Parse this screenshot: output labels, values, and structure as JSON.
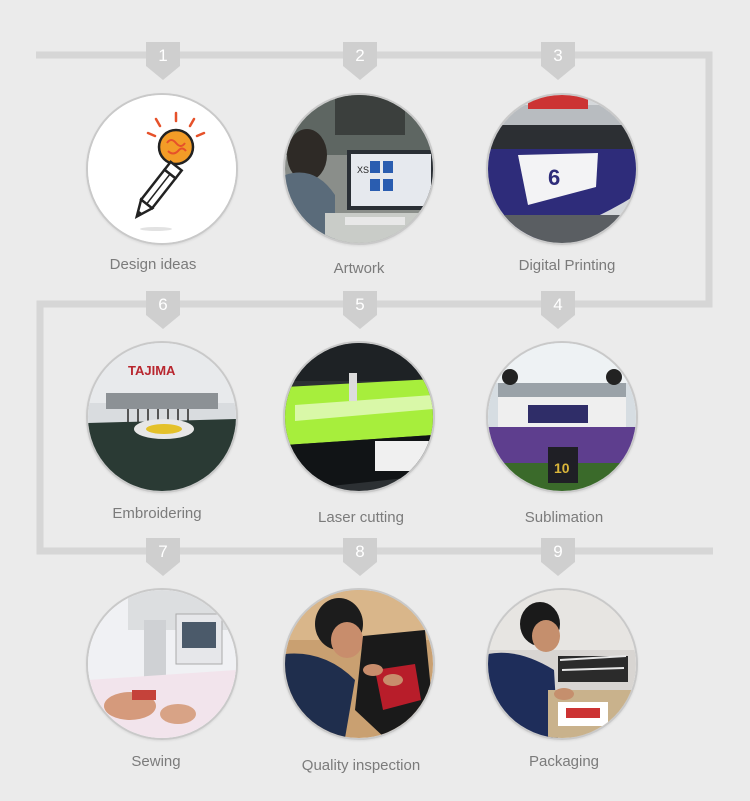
{
  "colors": {
    "background": "#ebebeb",
    "connector": "#d6d6d6",
    "badge": "#cfcfcf",
    "label_text": "#7b7b7b",
    "circle_border": "#c9c9c9"
  },
  "steps": [
    {
      "number": "1",
      "label": "Design ideas",
      "icon": "lightbulb-pencil-icon"
    },
    {
      "number": "2",
      "label": "Artwork",
      "icon": "computer-artwork-photo"
    },
    {
      "number": "3",
      "label": "Digital Printing",
      "icon": "printer-photo"
    },
    {
      "number": "4",
      "label": "Sublimation",
      "icon": "sublimation-photo"
    },
    {
      "number": "5",
      "label": "Laser cutting",
      "icon": "laser-cutting-photo"
    },
    {
      "number": "6",
      "label": "Embroidering",
      "icon": "embroidery-machine-photo"
    },
    {
      "number": "7",
      "label": "Sewing",
      "icon": "sewing-machine-photo"
    },
    {
      "number": "8",
      "label": "Quality inspection",
      "icon": "inspection-photo"
    },
    {
      "number": "9",
      "label": "Packaging",
      "icon": "packaging-photo"
    }
  ]
}
